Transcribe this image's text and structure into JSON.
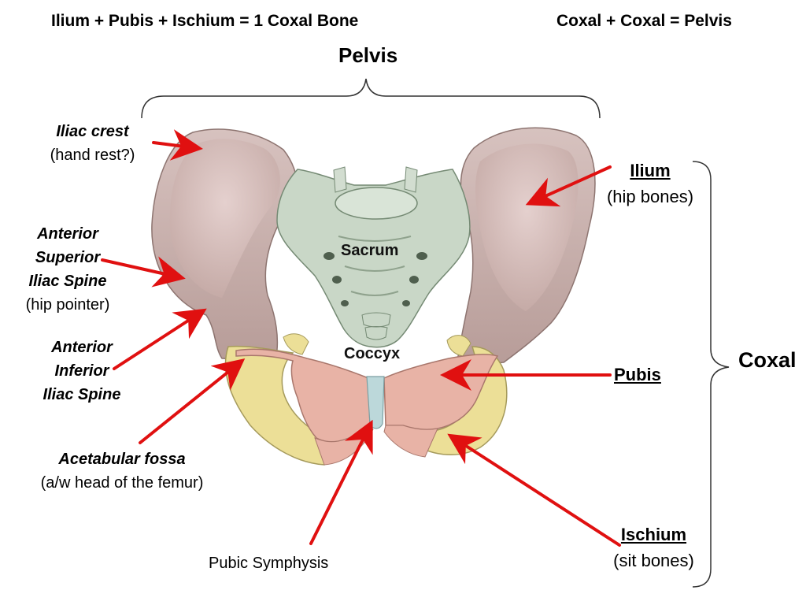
{
  "header": {
    "equation_left": "Ilium + Pubis + Ischium = 1 Coxal Bone",
    "equation_right": "Coxal + Coxal = Pelvis",
    "title": "Pelvis"
  },
  "labels": {
    "iliac_crest": {
      "name": "Iliac crest",
      "note": "(hand rest?)"
    },
    "asis": {
      "line1": "Anterior",
      "line2": "Superior",
      "line3": "Iliac Spine",
      "note": "(hip pointer)"
    },
    "aiis": {
      "line1": "Anterior",
      "line2": "Inferior",
      "line3": "Iliac Spine"
    },
    "acetabular_fossa": {
      "name": "Acetabular fossa",
      "note": "(a/w head of the femur)"
    },
    "pubic_symphysis": "Pubic Symphysis",
    "sacrum": "Sacrum",
    "coccyx": "Coccyx",
    "ilium": {
      "name": "Ilium",
      "note": "(hip bones)"
    },
    "pubis": "Pubis",
    "ischium": {
      "name": "Ischium",
      "note": "(sit bones)"
    },
    "coxal": "Coxal"
  },
  "colors": {
    "ilium_bone": "#c9afab",
    "pubis_bone": "#e8b3a6",
    "ischium_bone": "#ecdf97",
    "sacrum_bone": "#c9d7c7",
    "arrow": "#e01010"
  }
}
